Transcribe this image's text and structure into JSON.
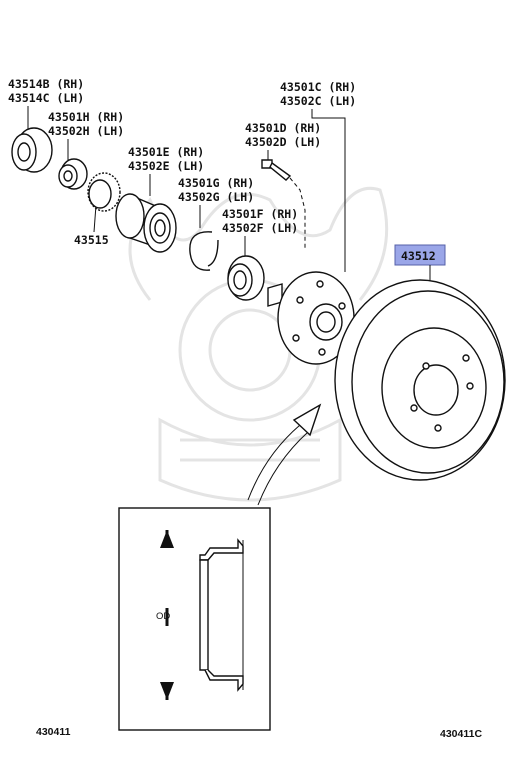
{
  "labels": {
    "l43514": [
      "43514B (RH)",
      "43514C (LH)"
    ],
    "l43501h": [
      "43501H (RH)",
      "43502H (LH)"
    ],
    "l43515": "43515",
    "l43501e": [
      "43501E (RH)",
      "43502E (LH)"
    ],
    "l43501g": [
      "43501G (RH)",
      "43502G (LH)"
    ],
    "l43501f": [
      "43501F (RH)",
      "43502F (LH)"
    ],
    "l43501d": [
      "43501D (RH)",
      "43502D (LH)"
    ],
    "l43501c": [
      "43501C (RH)",
      "43502C (LH)"
    ],
    "l43512": "43512"
  },
  "inset": {
    "od_label": "OD"
  },
  "footer": {
    "left_code": "430411",
    "right_code": "430411C"
  },
  "colors": {
    "highlight": "#9aa6e8",
    "line": "#111111",
    "watermark": "#e6e6e6"
  }
}
